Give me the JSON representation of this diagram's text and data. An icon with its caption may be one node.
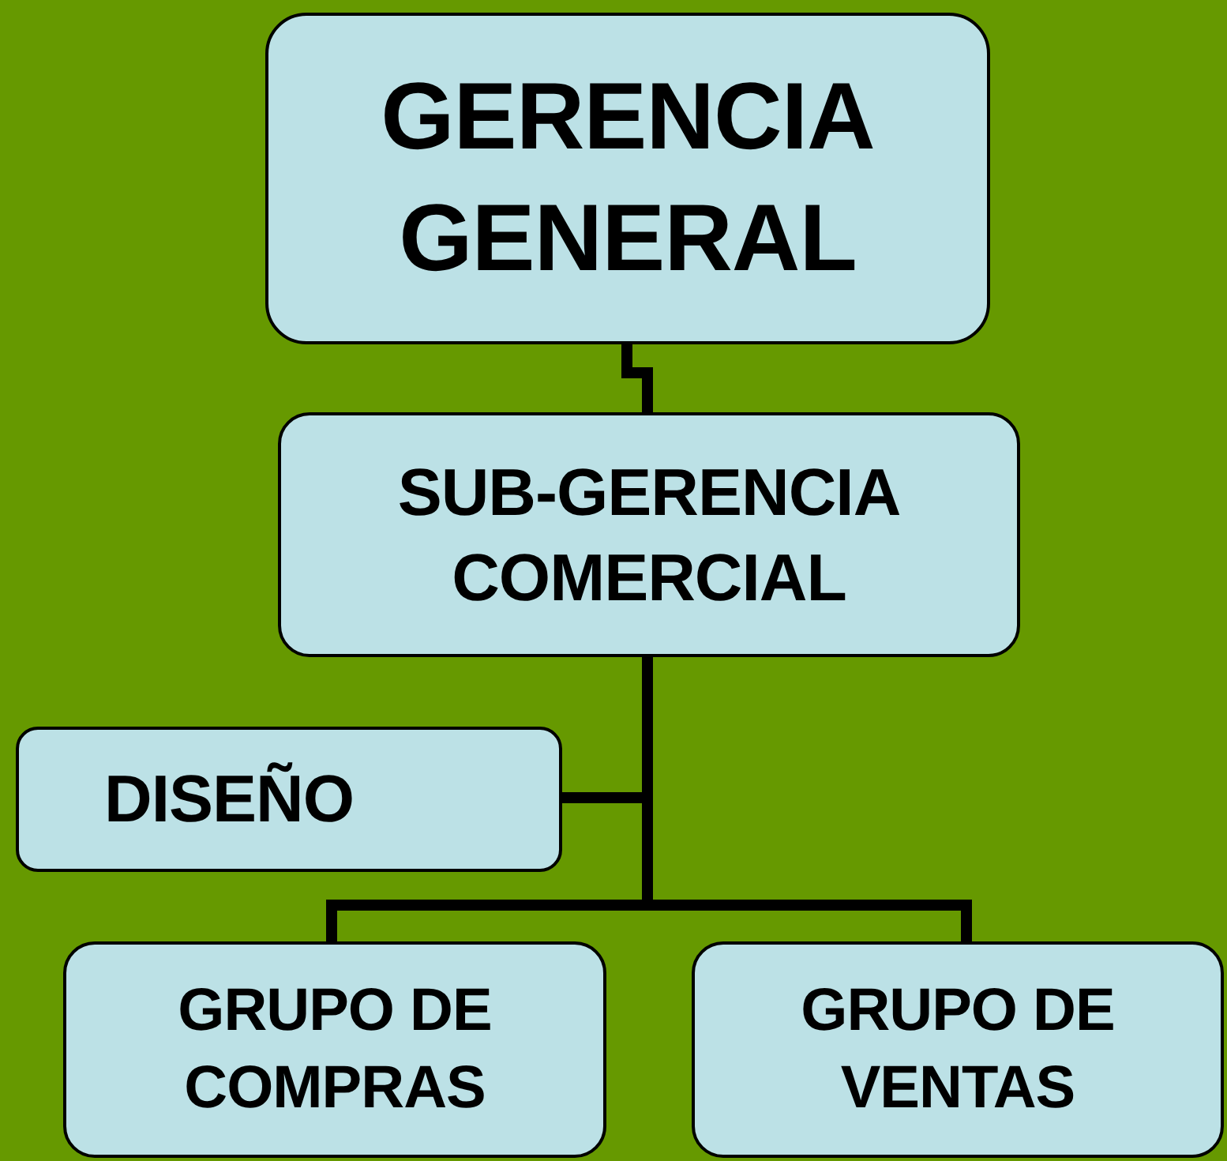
{
  "diagram": {
    "nodes": [
      {
        "text": [
          "GERENCIA GENERAL"
        ]
      },
      {
        "text": [
          "SUB-GERENCIA COMERCIAL"
        ]
      },
      {
        "text": [
          "DISEÑO"
        ]
      },
      {
        "text": [
          "GRUPO DE COMPRAS"
        ]
      },
      {
        "text": [
          "GRUPO DE VENTAS"
        ]
      }
    ],
    "edges": [
      {
        "from": 0,
        "to": 1,
        "arrow": "none"
      },
      {
        "from": 1,
        "to": 2,
        "arrow": "none"
      },
      {
        "from": 1,
        "to": 3,
        "arrow": "none"
      },
      {
        "from": 1,
        "to": 4,
        "arrow": "none"
      }
    ]
  }
}
